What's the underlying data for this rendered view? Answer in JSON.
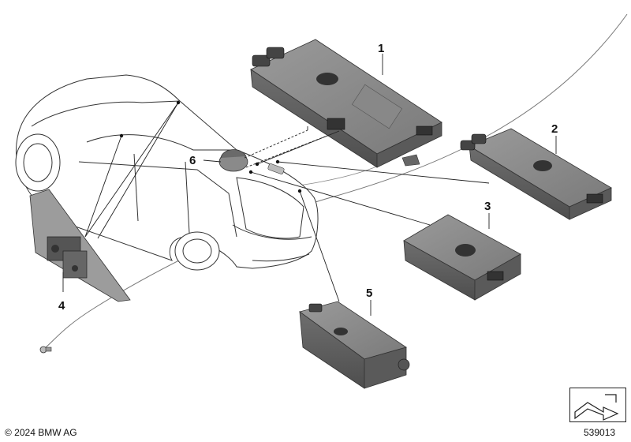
{
  "callouts": [
    {
      "id": "1",
      "label": "1"
    },
    {
      "id": "2",
      "label": "2"
    },
    {
      "id": "3",
      "label": "3"
    },
    {
      "id": "4",
      "label": "4"
    },
    {
      "id": "5",
      "label": "5"
    },
    {
      "id": "6",
      "label": "6"
    }
  ],
  "footer": {
    "copyright": "© 2024 BMW AG",
    "diagram_number": "539013"
  },
  "colors": {
    "line": "#222222",
    "module_dark": "#6b6b6b",
    "module_mid": "#8c8c8c",
    "module_light": "#a8a8a8"
  },
  "icons": {
    "navigation": "arrow-nav-icon"
  }
}
